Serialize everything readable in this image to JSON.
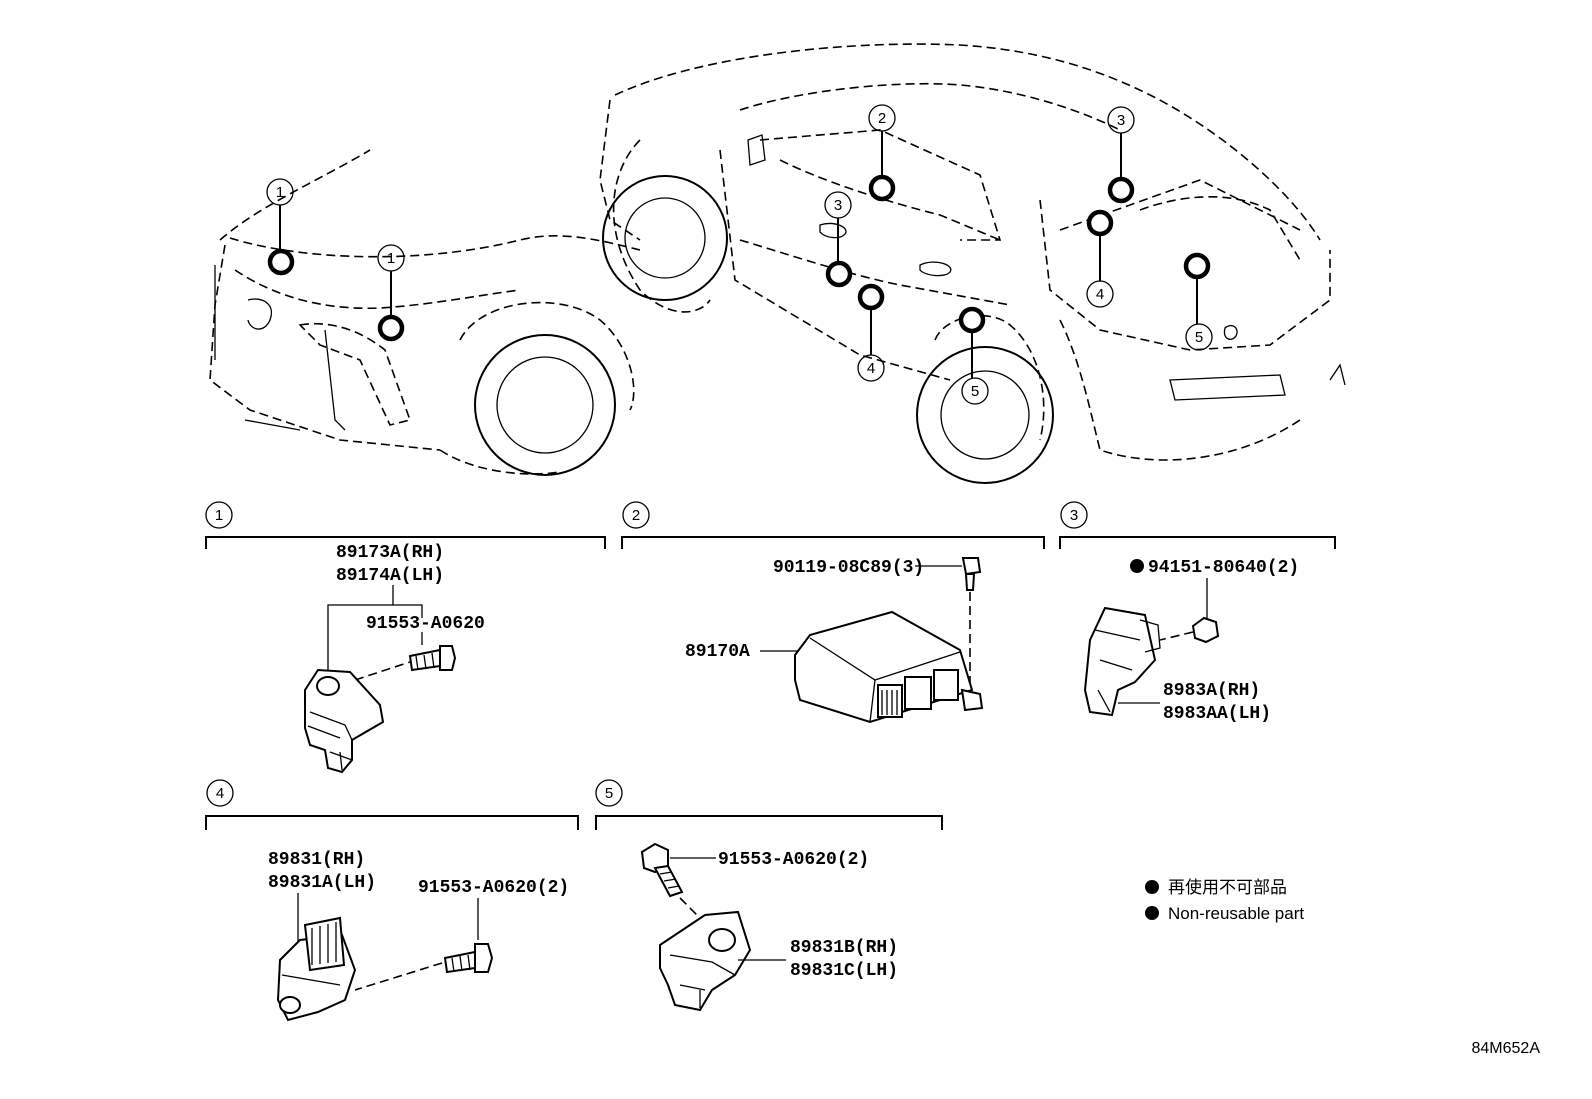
{
  "diagram": {
    "diagram_code": "84M652A",
    "legend": {
      "japanese": "再使用不可部品",
      "english": "Non-reusable part"
    },
    "car_callouts": [
      "1",
      "1",
      "2",
      "3",
      "3",
      "4",
      "4",
      "5",
      "5"
    ],
    "groups": [
      {
        "number": "1",
        "parts": [
          "89173A(RH)",
          "89174A(LH)",
          "91553-A0620"
        ]
      },
      {
        "number": "2",
        "parts": [
          "90119-08C89(3)",
          "89170A"
        ]
      },
      {
        "number": "3",
        "parts": [
          "94151-80640(2)",
          "8983A(RH)",
          "8983AA(LH)"
        ]
      },
      {
        "number": "4",
        "parts": [
          "89831(RH)",
          "89831A(LH)",
          "91553-A0620(2)"
        ]
      },
      {
        "number": "5",
        "parts": [
          "91553-A0620(2)",
          "89831B(RH)",
          "89831C(LH)"
        ]
      }
    ]
  }
}
